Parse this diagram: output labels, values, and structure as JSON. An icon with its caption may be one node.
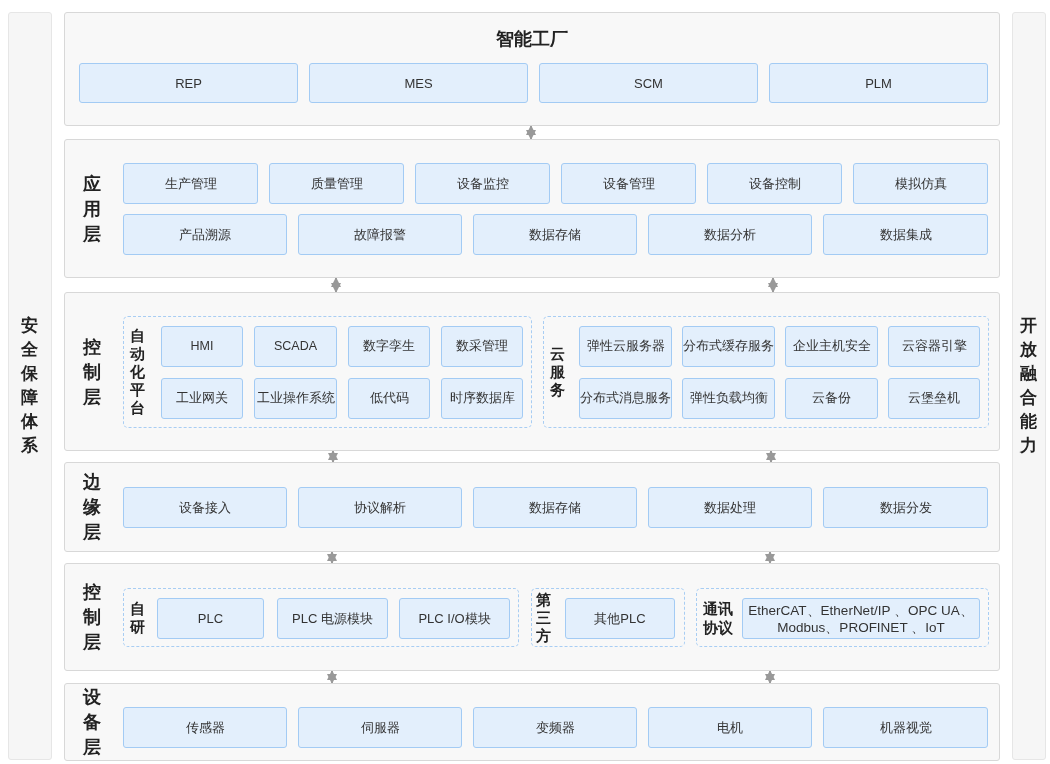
{
  "diagram": {
    "nodes": [
      {
        "text": [
          "安全保障体系"
        ]
      },
      {
        "text": [
          "智能工厂"
        ]
      },
      {
        "text": [
          "REP"
        ],
        "in": 1
      },
      {
        "text": [
          "MES"
        ],
        "in": 1
      },
      {
        "text": [
          "SCM"
        ],
        "in": 1
      },
      {
        "text": [
          "PLM"
        ],
        "in": 1
      },
      {
        "text": [
          "应用层"
        ]
      },
      {
        "text": [
          "生产管理"
        ],
        "in": 6
      },
      {
        "text": [
          "质量管理"
        ],
        "in": 6
      },
      {
        "text": [
          "设备监控"
        ],
        "in": 6
      },
      {
        "text": [
          "设备管理"
        ],
        "in": 6
      },
      {
        "text": [
          "设备控制"
        ],
        "in": 6
      },
      {
        "text": [
          "模拟仿真"
        ],
        "in": 6
      },
      {
        "text": [
          "产品溯源"
        ],
        "in": 6
      },
      {
        "text": [
          "故障报警"
        ],
        "in": 6
      },
      {
        "text": [
          "数据存储"
        ],
        "in": 6
      },
      {
        "text": [
          "数据分析"
        ],
        "in": 6
      },
      {
        "text": [
          "数据集成"
        ],
        "in": 6
      },
      {
        "text": [
          "控制层"
        ]
      },
      {
        "text": [
          "自动化平台"
        ],
        "in": 18
      },
      {
        "text": [
          "HMI"
        ],
        "in": 19
      },
      {
        "text": [
          "SCADA"
        ],
        "in": 19
      },
      {
        "text": [
          "数字孪生"
        ],
        "in": 19
      },
      {
        "text": [
          "数采管理"
        ],
        "in": 19
      },
      {
        "text": [
          "工业网关"
        ],
        "in": 19
      },
      {
        "text": [
          "工业操作系统"
        ],
        "in": 19
      },
      {
        "text": [
          "低代码"
        ],
        "in": 19
      },
      {
        "text": [
          "时序数据库"
        ],
        "in": 19
      },
      {
        "text": [
          "云服务"
        ],
        "in": 18
      },
      {
        "text": [
          "弹性云服务器"
        ],
        "in": 28
      },
      {
        "text": [
          "分布式缓存服务"
        ],
        "in": 28
      },
      {
        "text": [
          "企业主机安全"
        ],
        "in": 28
      },
      {
        "text": [
          "云容器引擎"
        ],
        "in": 28
      },
      {
        "text": [
          "分布式消息服务"
        ],
        "in": 28
      },
      {
        "text": [
          "弹性负载均衡"
        ],
        "in": 28
      },
      {
        "text": [
          "云备份"
        ],
        "in": 28
      },
      {
        "text": [
          "云堡垒机"
        ],
        "in": 28
      },
      {
        "text": [
          "边缘层"
        ]
      },
      {
        "text": [
          "设备接入"
        ],
        "in": 37
      },
      {
        "text": [
          "协议解析"
        ],
        "in": 37
      },
      {
        "text": [
          "数据存储"
        ],
        "in": 37
      },
      {
        "text": [
          "数据处理"
        ],
        "in": 37
      },
      {
        "text": [
          "数据分发"
        ],
        "in": 37
      },
      {
        "text": [
          "控制层"
        ]
      },
      {
        "text": [
          "自研"
        ],
        "in": 43
      },
      {
        "text": [
          "PLC"
        ],
        "in": 44
      },
      {
        "text": [
          "PLC 电源模块"
        ],
        "in": 44
      },
      {
        "text": [
          "PLC I/O模块"
        ],
        "in": 44
      },
      {
        "text": [
          "第三方"
        ],
        "in": 43
      },
      {
        "text": [
          "其他PLC"
        ],
        "in": 48
      },
      {
        "text": [
          "通讯协议"
        ],
        "in": 43
      },
      {
        "text": [
          "EtherCAT、EtherNet/IP 、OPC UA、Modbus、PROFINET 、IoT"
        ],
        "in": 50
      },
      {
        "text": [
          "设备层"
        ]
      },
      {
        "text": [
          "传感器"
        ],
        "in": 52
      },
      {
        "text": [
          "伺服器"
        ],
        "in": 52
      },
      {
        "text": [
          "变频器"
        ],
        "in": 52
      },
      {
        "text": [
          "电机"
        ],
        "in": 52
      },
      {
        "text": [
          "机器视觉"
        ],
        "in": 52
      },
      {
        "text": [
          "开放融合能力"
        ]
      }
    ],
    "edges": [
      {
        "from": 1,
        "to": 6,
        "arrow": "both"
      },
      {
        "from": 6,
        "to": 18,
        "arrow": "both"
      },
      {
        "from": 6,
        "to": 18,
        "arrow": "both"
      },
      {
        "from": 18,
        "to": 37,
        "arrow": "both"
      },
      {
        "from": 18,
        "to": 37,
        "arrow": "both"
      },
      {
        "from": 37,
        "to": 43,
        "arrow": "both"
      },
      {
        "from": 37,
        "to": 43,
        "arrow": "both"
      },
      {
        "from": 43,
        "to": 52,
        "arrow": "both"
      },
      {
        "from": 43,
        "to": 52,
        "arrow": "both"
      }
    ]
  }
}
